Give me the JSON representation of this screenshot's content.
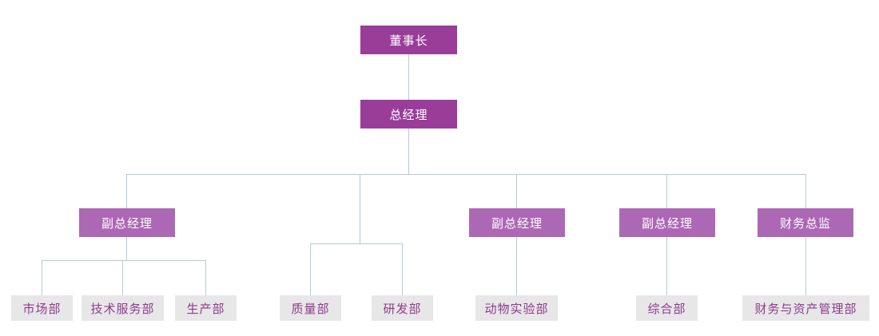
{
  "chart": {
    "type": "org-chart",
    "title": "",
    "colors": {
      "root_box": "#993d99",
      "mid_box": "#ac68b4",
      "leaf_box": "#e7e7e7",
      "root_text": "#ffffff",
      "mid_text": "#ffffff",
      "leaf_text": "#8e3a8e",
      "connector": "#b8c9d4",
      "background": "#ffffff"
    },
    "nodes": {
      "chairman": "董事长",
      "general_manager": "总经理",
      "deputy_gm_1": "副总经理",
      "deputy_gm_2": "副总经理",
      "deputy_gm_3": "副总经理",
      "finance_director": "财务总监",
      "marketing_dept": "市场部",
      "tech_service_dept": "技术服务部",
      "production_dept": "生产部",
      "quality_dept": "质量部",
      "rd_dept": "研发部",
      "animal_lab_dept": "动物实验部",
      "general_affairs_dept": "综合部",
      "finance_asset_dept": "财务与资产管理部"
    },
    "hierarchy": [
      {
        "label": "董事长",
        "level": 1,
        "children": [
          {
            "label": "总经理",
            "level": 2,
            "children": [
              {
                "label": "副总经理",
                "level": 3,
                "children": [
                  {
                    "label": "市场部",
                    "level": 4
                  },
                  {
                    "label": "技术服务部",
                    "level": 4
                  },
                  {
                    "label": "生产部",
                    "level": 4
                  }
                ]
              },
              {
                "label": "",
                "level": 3,
                "children": [
                  {
                    "label": "质量部",
                    "level": 4
                  },
                  {
                    "label": "研发部",
                    "level": 4
                  }
                ]
              },
              {
                "label": "副总经理",
                "level": 3,
                "children": [
                  {
                    "label": "动物实验部",
                    "level": 4
                  }
                ]
              },
              {
                "label": "副总经理",
                "level": 3,
                "children": [
                  {
                    "label": "综合部",
                    "level": 4
                  }
                ]
              },
              {
                "label": "财务总监",
                "level": 3,
                "children": [
                  {
                    "label": "财务与资产管理部",
                    "level": 4
                  }
                ]
              }
            ]
          }
        ]
      }
    ]
  }
}
